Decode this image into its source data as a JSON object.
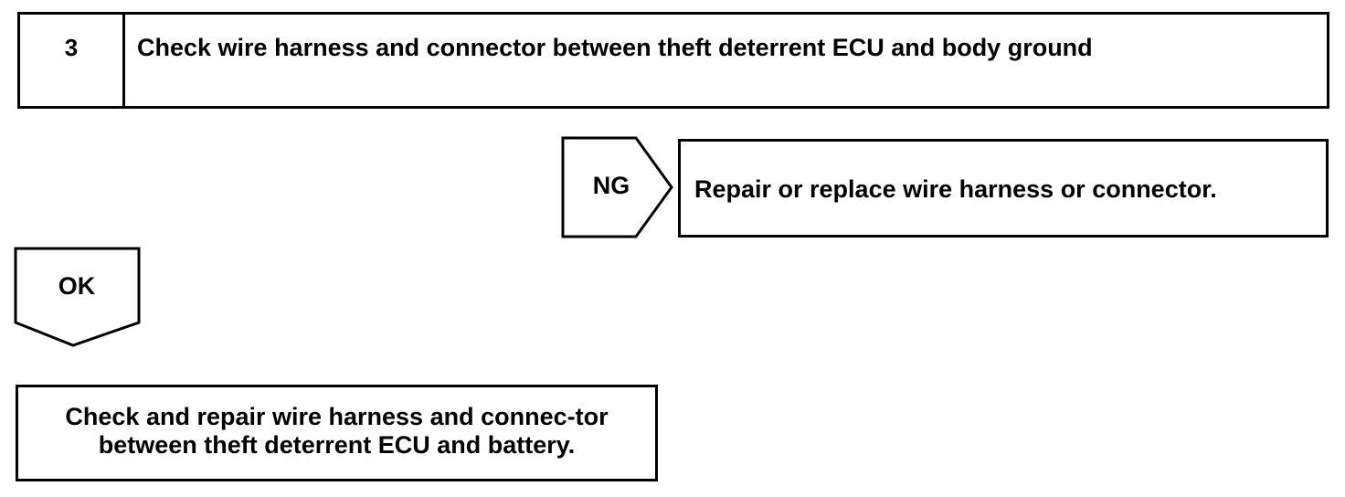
{
  "step": {
    "number": "3",
    "title": "Check wire harness and connector between theft deterrent ECU and body ground"
  },
  "ng_branch": {
    "label": "NG",
    "result": "Repair or replace wire harness or connector."
  },
  "ok_branch": {
    "label": "OK",
    "result": "Check and repair wire harness and connec-tor between theft deterrent ECU and battery."
  }
}
